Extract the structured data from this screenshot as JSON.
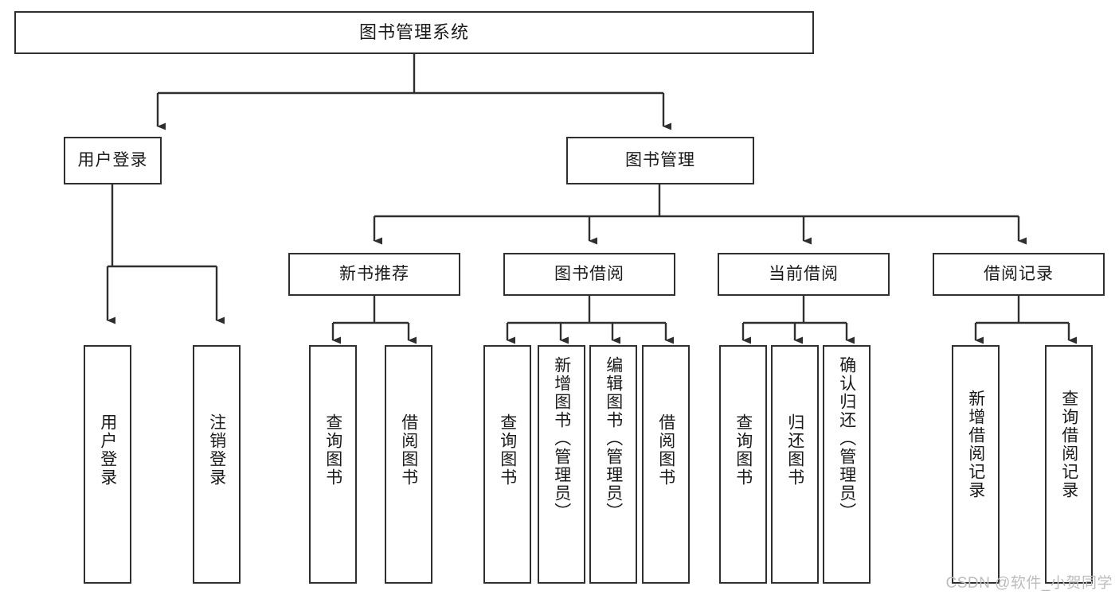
{
  "diagram": {
    "title": "图书管理系统",
    "type": "tree-hierarchy",
    "watermark": "CSDN @软件_小贺同学",
    "colors": {
      "border": "#2f2f2f",
      "background": "#ffffff",
      "text": "#1a1a1a",
      "watermark": "#bdbdbd"
    },
    "root": {
      "label": "图书管理系统"
    },
    "level2": [
      {
        "label": "用户登录"
      },
      {
        "label": "图书管理"
      }
    ],
    "level3": [
      {
        "label": "新书推荐"
      },
      {
        "label": "图书借阅"
      },
      {
        "label": "当前借阅"
      },
      {
        "label": "借阅记录"
      }
    ],
    "leaves": [
      {
        "label": "用户登录",
        "parent": "用户登录"
      },
      {
        "label": "注销登录",
        "parent": "用户登录"
      },
      {
        "label": "查询图书",
        "parent": "新书推荐"
      },
      {
        "label": "借阅图书",
        "parent": "新书推荐"
      },
      {
        "label": "查询图书",
        "parent": "图书借阅"
      },
      {
        "label": "新增图书（管理员）",
        "parent": "图书借阅"
      },
      {
        "label": "编辑图书（管理员）",
        "parent": "图书借阅"
      },
      {
        "label": "借阅图书",
        "parent": "图书借阅"
      },
      {
        "label": "查询图书",
        "parent": "当前借阅"
      },
      {
        "label": "归还图书",
        "parent": "当前借阅"
      },
      {
        "label": "确认归还（管理员）",
        "parent": "当前借阅"
      },
      {
        "label": "新增借阅记录",
        "parent": "借阅记录"
      },
      {
        "label": "查询借阅记录",
        "parent": "借阅记录"
      }
    ]
  }
}
